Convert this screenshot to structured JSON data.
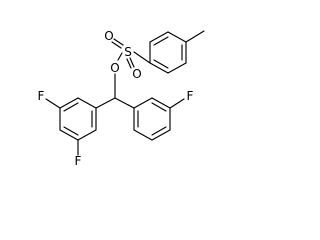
{
  "molecule": {
    "atoms": {
      "oxygen_ester": "O",
      "sulfur": "S",
      "oxygen_top": "O",
      "oxygen_bottom": "O",
      "fluorine_left_top": "F",
      "fluorine_left_bottom": "F",
      "fluorine_right": "F"
    }
  }
}
